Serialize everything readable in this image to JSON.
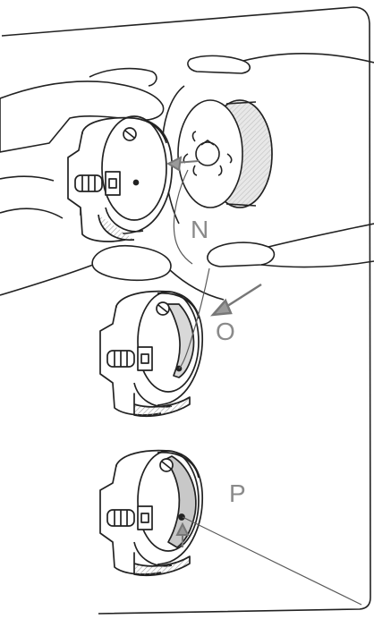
{
  "steps": [
    {
      "id": "N",
      "label": "N"
    },
    {
      "id": "O",
      "label": "O"
    },
    {
      "id": "P",
      "label": "P"
    }
  ],
  "colors": {
    "line": "#1a1a1a",
    "label": "#8a8a8a",
    "thread": "#5a5a5a",
    "arrow": "#8c8c8c",
    "shade": "#b5b5b5",
    "paper": "#ffffff"
  },
  "icons": [
    "bobbin-case-icon",
    "bobbin-icon",
    "hand-icon",
    "arrow-icon",
    "thread-icon"
  ]
}
